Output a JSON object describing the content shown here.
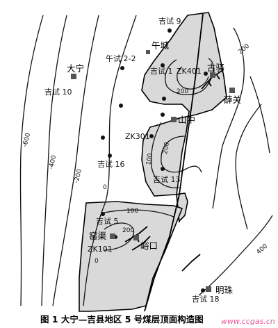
{
  "caption": "图 1   大宁—吉县地区 5 号煤层顶面构造图",
  "watermark": "www.ccgas.cn",
  "towns": {
    "daning": "大宁",
    "wucheng": "午城",
    "guyi": "古驿",
    "xueguan": "薛关",
    "shanzhong": "山中",
    "yaoqu": "窑渠",
    "yukou": "峪口",
    "mingzhu": "明珠"
  },
  "wells": {
    "jishi9": "吉试 9",
    "wushi22": "午试 2-2",
    "jishi1": "吉试 1",
    "zk401": "ZK401",
    "jishi10": "吉试 10",
    "zk301": "ZK301",
    "jishi16": "吉试 16",
    "jishi13": "吉试 13",
    "jishi5": "吉试 5",
    "zk101": "ZK101",
    "jishi18": "吉试 18"
  },
  "contour_labels": {
    "m600": "-600",
    "m400": "-400",
    "m200": "-200",
    "z0_mid": "0",
    "z0_low": "0",
    "c100_mid": "100",
    "c200_mid": "200",
    "c200_top": "200",
    "c100_low": "100",
    "c200_low": "200",
    "c200_east": "200",
    "c400_east": "400"
  }
}
